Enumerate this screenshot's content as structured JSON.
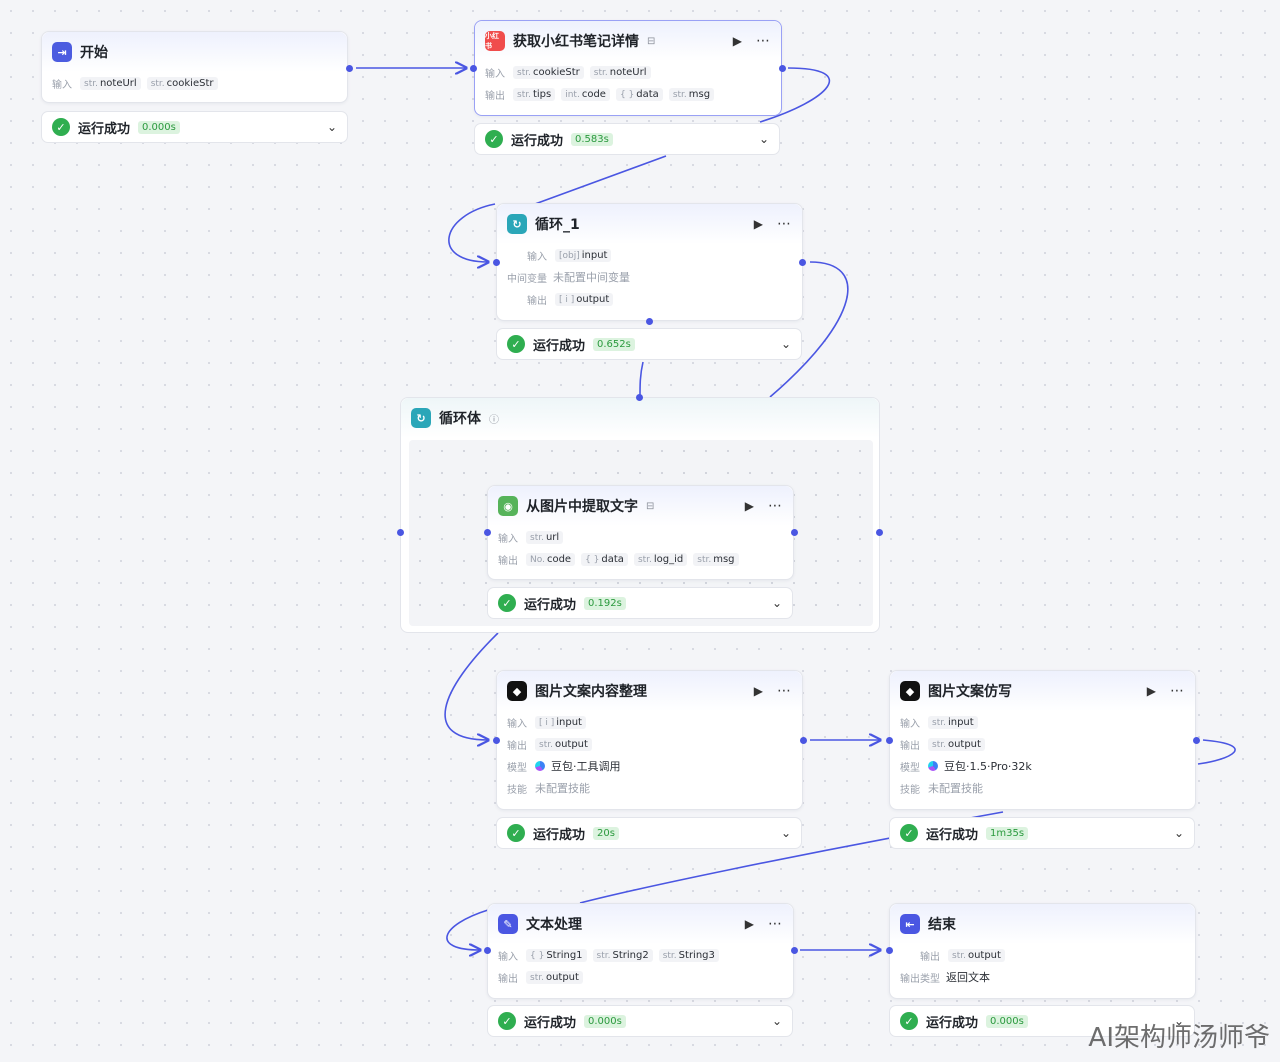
{
  "colors": {
    "wire": "#4a56e2",
    "success": "#2fae50",
    "accent": "#4c5ce0"
  },
  "common": {
    "input": "输入",
    "output": "输出",
    "model": "模型",
    "skill": "技能",
    "str": "str.",
    "int": "int.",
    "obj": "{ }",
    "arr": "[ ]",
    "no_skill": "未配置技能"
  },
  "start": {
    "title": "开始",
    "inputs": [
      "noteUrl",
      "cookieStr"
    ],
    "status": {
      "label": "运行成功",
      "time": "0.000s"
    }
  },
  "xhs": {
    "title": "获取小红书笔记详情",
    "icon_text": "小红书",
    "inputs": [
      "cookieStr",
      "noteUrl"
    ],
    "outputs": [
      {
        "t": "str.",
        "n": "tips"
      },
      {
        "t": "int.",
        "n": "code"
      },
      {
        "t": "{ }",
        "n": "data"
      },
      {
        "t": "str.",
        "n": "msg"
      }
    ],
    "status": {
      "label": "运行成功",
      "time": "0.583s"
    }
  },
  "loop": {
    "title": "循环_1",
    "input_label": "输入",
    "input_type": "[obj]",
    "input": "input",
    "mid_label": "中间变量",
    "mid_value": "未配置中间变量",
    "output_label": "输出",
    "output_type": "[ i ]",
    "output": "output",
    "status": {
      "label": "运行成功",
      "time": "0.652s"
    }
  },
  "loopbody": {
    "title": "循环体",
    "info_icon": "ⓘ"
  },
  "ocr": {
    "title": "从图片中提取文字",
    "inputs": [
      "url"
    ],
    "outputs": [
      {
        "t": "No.",
        "n": "code"
      },
      {
        "t": "{ }",
        "n": "data"
      },
      {
        "t": "str.",
        "n": "log_id"
      },
      {
        "t": "str.",
        "n": "msg"
      }
    ],
    "status": {
      "label": "运行成功",
      "time": "0.192s"
    }
  },
  "organize": {
    "title": "图片文案内容整理",
    "input_type": "[ i ]",
    "input": "input",
    "output": "output",
    "model": "豆包·工具调用",
    "skill": "未配置技能",
    "status": {
      "label": "运行成功",
      "time": "20s"
    }
  },
  "rewrite": {
    "title": "图片文案仿写",
    "input": "input",
    "output": "output",
    "model": "豆包·1.5·Pro·32k",
    "skill": "未配置技能",
    "status": {
      "label": "运行成功",
      "time": "1m35s"
    }
  },
  "textproc": {
    "title": "文本处理",
    "inputs": [
      {
        "t": "{ }",
        "n": "String1"
      },
      {
        "t": "str.",
        "n": "String2"
      },
      {
        "t": "str.",
        "n": "String3"
      }
    ],
    "output": "output",
    "status": {
      "label": "运行成功",
      "time": "0.000s"
    }
  },
  "end": {
    "title": "结束",
    "output_label": "输出",
    "output": "output",
    "type_label": "输出类型",
    "type_value": "返回文本",
    "status": {
      "label": "运行成功",
      "time": "0.000s"
    }
  },
  "watermark": "AI架构师汤师爷"
}
